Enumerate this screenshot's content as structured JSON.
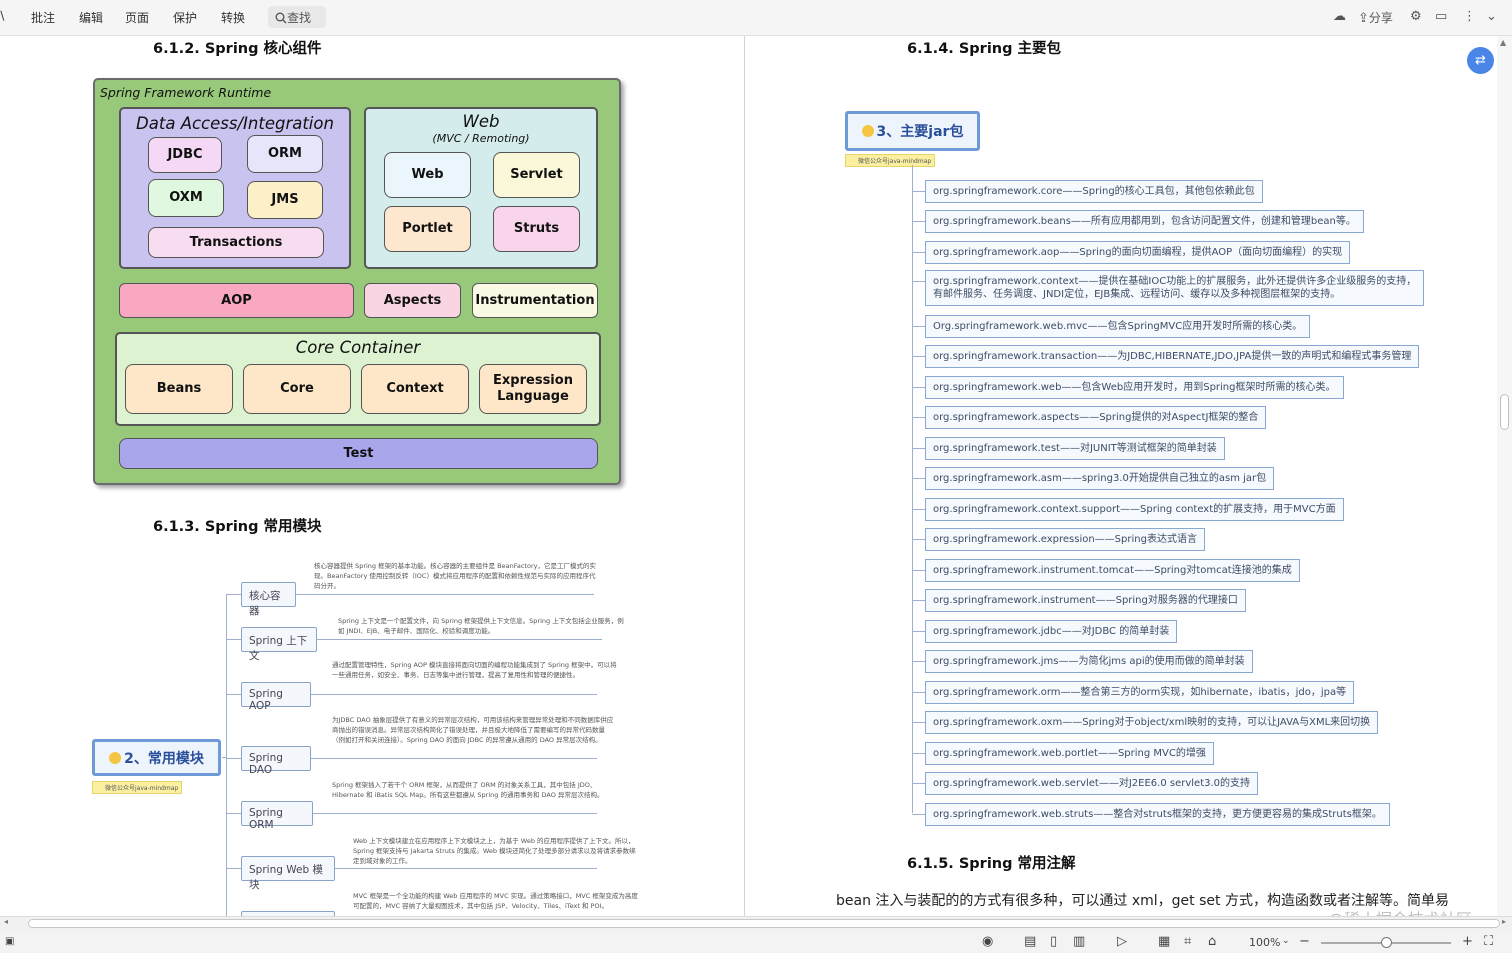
{
  "toolbar": {
    "menu": [
      "批注",
      "编辑",
      "页面",
      "保护",
      "转换"
    ],
    "search_label": "查找",
    "share_label": "分享"
  },
  "left_page": {
    "section_612": "6.1.2. Spring 核心组件",
    "section_613": "6.1.3. Spring 常用模块",
    "arch": {
      "runtime_title": "Spring Framework Runtime",
      "data_access_title": "Data Access/Integration",
      "data_access_items": [
        "JDBC",
        "ORM",
        "OXM",
        "JMS",
        "Transactions"
      ],
      "web_title": "Web",
      "web_subtitle": "(MVC / Remoting)",
      "web_items": [
        "Web",
        "Servlet",
        "Portlet",
        "Struts"
      ],
      "middle_items": [
        "AOP",
        "Aspects",
        "Instrumentation"
      ],
      "core_title": "Core Container",
      "core_items": [
        "Beans",
        "Core",
        "Context",
        "Expression Language"
      ],
      "test_label": "Test"
    },
    "mindmap": {
      "root_label": "2、常用模块",
      "root_tag": "微信公众号java-mindmap",
      "nodes": [
        {
          "label": "核心容器",
          "text": "核心容器提供 Spring 框架的基本功能。核心容器的主要组件是 BeanFactory，它是工厂模式的实现。BeanFactory 使用控制反转（IOC）模式将应用程序的配置和依赖性规范与实际的应用程序代码分开。"
        },
        {
          "label": "Spring 上下文",
          "text": "Spring 上下文是一个配置文件，向 Spring 框架提供上下文信息。Spring 上下文包括企业服务，例如 JNDI、EJB、电子邮件、国际化、校验和调度功能。"
        },
        {
          "label": "Spring AOP",
          "text": "通过配置管理特性，Spring AOP 模块直接将面向切面的编程功能集成到了 Spring 框架中。可以将一些通用任务，如安全、事务、日志等集中进行管理，提高了复用性和管理的便捷性。"
        },
        {
          "label": "Spring DAO",
          "text": "为JDBC DAO 抽象层提供了有意义的异常层次结构，可用该结构来管理异常处理和不同数据库供应商抛出的错误消息。异常层次结构简化了错误处理，并且极大地降低了需要编写的异常代码数量（例如打开和关闭连接）。Spring DAO 的面向 JDBC 的异常遵从通用的 DAO 异常层次结构。"
        },
        {
          "label": "Spring ORM",
          "text": "Spring 框架插入了若干个 ORM 框架，从而提供了 ORM 的对象关系工具，其中包括 JDO、Hibernate 和 iBatis SQL Map。所有这些都遵从 Spring 的通用事务和 DAO 异常层次结构。"
        },
        {
          "label": "Spring Web 模块",
          "text": "Web 上下文模块建立在应用程序上下文模块之上，为基于 Web 的应用程序提供了上下文。所以，Spring 框架支持与 Jakarta Struts 的集成。Web 模块还简化了处理多部分请求以及将请求参数绑定到域对象的工作。"
        },
        {
          "label": "",
          "text": "MVC 框架是一个全功能的构建 Web 应用程序的 MVC 实现。通过策略接口，MVC 框架变成为高度可配置的，MVC 容纳了大量视图技术，其中包括 JSP、Velocity、Tiles、iText 和 POI。"
        }
      ]
    }
  },
  "right_page": {
    "section_614": "6.1.4. Spring 主要包",
    "section_615": "6.1.5. Spring 常用注解",
    "jar_root_label": "3、主要jar包",
    "jar_root_tag": "微信公众号java-mindmap",
    "jar_items": [
      "org.springframework.core——Spring的核心工具包，其他包依赖此包",
      "org.springframework.beans——所有应用都用到，包含访问配置文件，创建和管理bean等。",
      "org.springframework.aop——Spring的面向切面编程，提供AOP（面向切面编程）的实现",
      "org.springframework.context——提供在基础IOC功能上的扩展服务，此外还提供许多企业级服务的支持，|有邮件服务、任务调度、JNDI定位，EJB集成、远程访问、缓存以及多种视图层框架的支持。",
      "Org.springframework.web.mvc——包含SpringMVC应用开发时所需的核心类。",
      "org.springframework.transaction——为JDBC,HIBERNATE,JDO,JPA提供一致的声明式和编程式事务管理",
      "org.springframework.web——包含Web应用开发时，用到Spring框架时所需的核心类。",
      "org.springframework.aspects——Spring提供的对AspectJ框架的整合",
      "org.springframework.test——对JUNIT等测试框架的简单封装",
      "org.springframework.asm——spring3.0开始提供自己独立的asm jar包",
      "org.springframework.context.support——Spring context的扩展支持，用于MVC方面",
      "org.springframework.expression——Spring表达式语言",
      "org.springframework.instrument.tomcat——Spring对tomcat连接池的集成",
      "org.springframework.instrument——Spring对服务器的代理接口",
      "org.springframework.jdbc——对JDBC 的简单封装",
      "org.springframework.jms——为简化jms api的使用而做的简单封装",
      "org.springframework.orm——整合第三方的orm实现，如hibernate，ibatis，jdo，jpa等",
      "org.springframework.oxm——Spring对于object/xml映射的支持，可以让JAVA与XML来回切换",
      "org.springframework.web.portlet——Spring MVC的增强",
      "org.springframework.web.servlet——对J2EE6.0 servlet3.0的支持",
      "org.springframework.web.struts——整合对struts框架的支持，更方便更容易的集成Struts框架。"
    ],
    "paragraph": "bean 注入与装配的的方式有很多种，可以通过 xml，get set 方式，构造函数或者注解等。简单易"
  },
  "statusbar": {
    "zoom": "100%",
    "zoom_level": 0.5
  },
  "watermark": "@稀土掘金技术社区"
}
